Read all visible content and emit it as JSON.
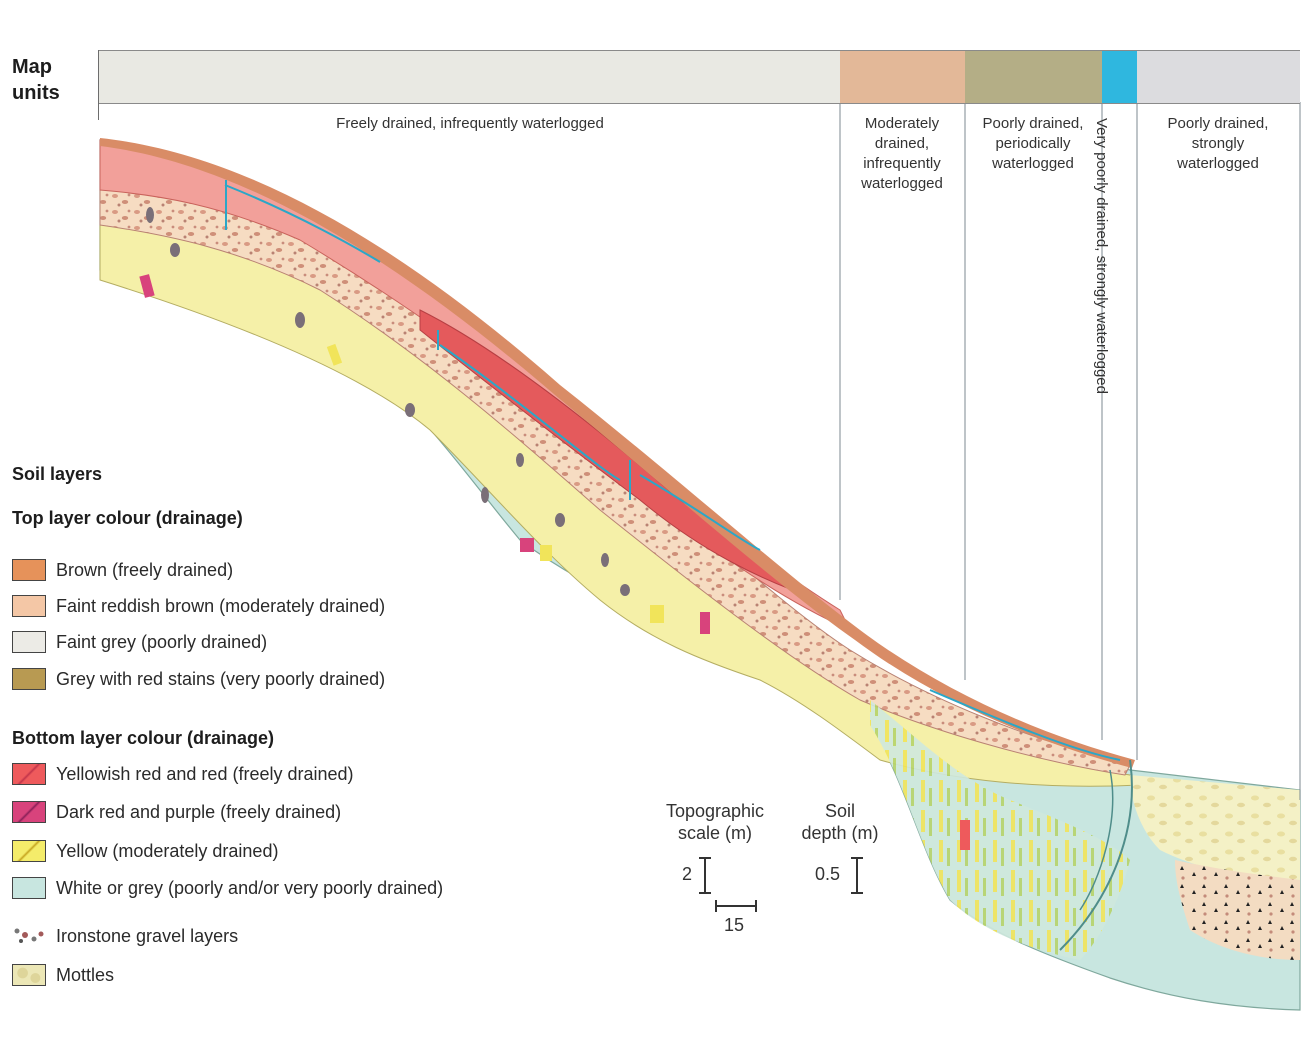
{
  "map_units": {
    "title": "Map\nunits",
    "segments": [
      {
        "label": "Freely drained, infrequently waterlogged",
        "color": "#e9e9e3"
      },
      {
        "label": "Moderately drained, infrequently waterlogged",
        "color": "#e3b898"
      },
      {
        "label": "Poorly drained, periodically waterlogged",
        "color": "#b4ae86"
      },
      {
        "label": "Very poorly drained, strongly waterlogged",
        "color": "#2fb7df"
      },
      {
        "label": "Poorly drained, strongly waterlogged",
        "color": "#dcdcdf"
      }
    ]
  },
  "legend": {
    "title": "Soil layers",
    "top_layer": {
      "title": "Top layer colour (drainage)",
      "items": [
        {
          "label": "Brown (freely drained)",
          "color": "#e6925a"
        },
        {
          "label": "Faint reddish brown (moderately drained)",
          "color": "#f4c7a6"
        },
        {
          "label": "Faint grey (poorly drained)",
          "color": "#ecebe6"
        },
        {
          "label": "Grey with red stains (very poorly drained)",
          "color": "#b89a52"
        }
      ]
    },
    "bottom_layer": {
      "title": "Bottom layer colour (drainage)",
      "items": [
        {
          "label": "Yellowish red and red (freely drained)",
          "color": "#ee5a5c"
        },
        {
          "label": "Dark red and purple (freely drained)",
          "color": "#d8437c"
        },
        {
          "label": "Yellow (moderately drained)",
          "color": "#f4ec6a"
        },
        {
          "label": "White or grey (poorly and/or very poorly drained)",
          "color": "#c8e6e0"
        }
      ]
    },
    "extras": [
      {
        "label": "Ironstone gravel layers",
        "icon": "ironstone-gravel-icon"
      },
      {
        "label": "Mottles",
        "color": "#ece7b6"
      }
    ]
  },
  "scales": {
    "topographic": {
      "label": "Topographic\nscale (m)",
      "vertical": "2",
      "horizontal": "15"
    },
    "soil": {
      "label": "Soil\ndepth (m)",
      "vertical": "0.5"
    }
  }
}
